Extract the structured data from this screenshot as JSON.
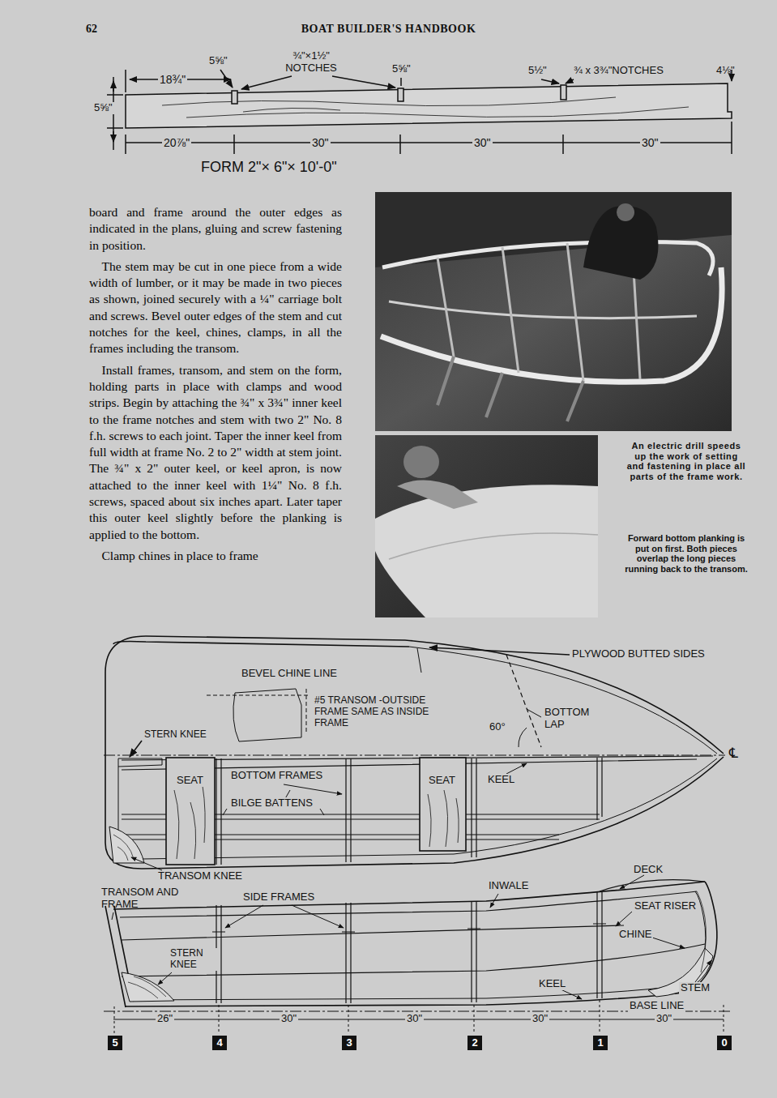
{
  "diagram": {
    "title": "BOAT BUILDER'S HANDBOOK",
    "labels": [
      "62",
      "5⅝\"",
      "18¾\"",
      "5⅝\"",
      "¾\"×1½\" NOTCHES",
      "5⅝\"",
      "5½\"",
      "¾ x 3¾\"NOTCHES",
      "4⅛\"",
      "20⅞\"",
      "30\"",
      "30\"",
      "30\"",
      "FORM 2\"× 6\"× 10'-0\"",
      "board and frame around the outer edges as indicated in the plans, gluing and screw fastening in position.",
      "The stem may be cut in one piece from a wide width of lumber, or it may be made in two pieces as shown, joined securely with a ¼\" carriage bolt and screws. Bevel outer edges of the stem and cut notches for the keel, chines, clamps, in all the frames including the transom.",
      "Install frames, transom, and stem on the form, holding parts in place with clamps and wood strips. Begin by attaching the ¾\" x 3¾\" inner keel to the frame notches and stem with two 2\" No. 8 f.h. screws to each joint. Taper the inner keel from full width at frame No. 2 to 2\" width at stem joint. The ¾\" x 2\" outer keel, or keel apron, is now attached to the inner keel with 1¼\" No. 8 f.h. screws, spaced about six inches apart. Later taper this outer keel slightly before the planking is applied to the bottom.",
      "Clamp chines in place to frame",
      "An electric drill speeds up the work of setting and fastening in place all parts of the frame work.",
      "Forward bottom planking is put on first. Both pieces overlap the long pieces running back to the transom.",
      "PLYWOOD BUTTED SIDES",
      "BEVEL CHINE LINE",
      "#5 TRANSOM -OUTSIDE FRAME SAME AS INSIDE FRAME",
      "60°",
      "BOTTOM LAP",
      "STERN KNEE",
      "℄",
      "SEAT",
      "BOTTOM FRAMES",
      "SEAT",
      "KEEL",
      "BILGE BATTENS",
      "TRANSOM KNEE",
      "DECK",
      "TRANSOM AND FRAME",
      "SIDE FRAMES",
      "INWALE",
      "SEAT RISER",
      "CHINE",
      "STERN KNEE",
      "KEEL",
      "STEM",
      "BASE LINE",
      "26\"",
      "30\"",
      "30\"",
      "30\"",
      "30\"",
      "5",
      "4",
      "3",
      "2",
      "1",
      "0"
    ]
  }
}
